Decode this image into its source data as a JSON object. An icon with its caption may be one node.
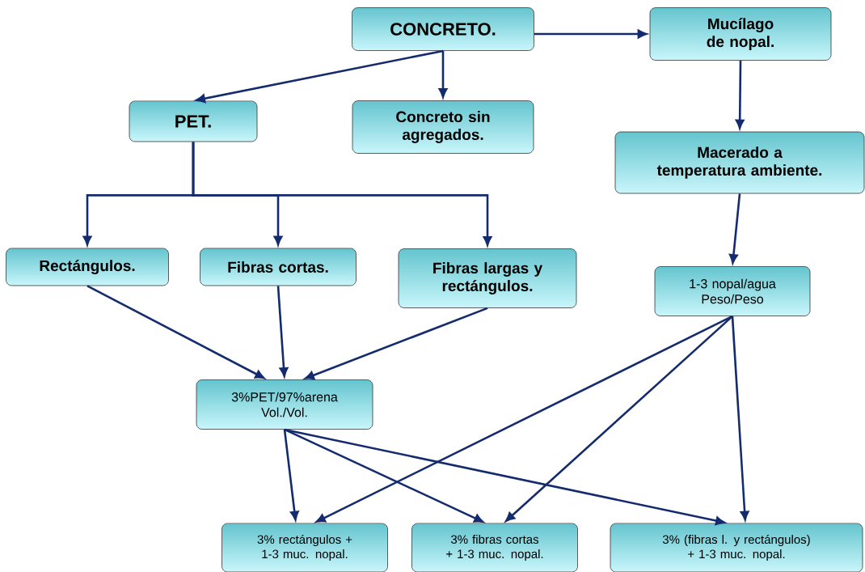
{
  "diagram": {
    "nodes": [
      {
        "text": [
          "CONCRETO."
        ]
      },
      {
        "text": [
          "Mucílago de nopal."
        ]
      },
      {
        "text": [
          "PET."
        ]
      },
      {
        "text": [
          "Concreto sin agregados."
        ]
      },
      {
        "text": [
          "Macerado a temperatura ambiente."
        ]
      },
      {
        "text": [
          "Rectángulos."
        ]
      },
      {
        "text": [
          "Fibras cortas."
        ]
      },
      {
        "text": [
          "Fibras largas y rectángulos."
        ]
      },
      {
        "text": [
          "1-3 nopal/agua Peso/Peso"
        ]
      },
      {
        "text": [
          "3%PET/97%arena Vol./Vol."
        ]
      },
      {
        "text": [
          "3% rectángulos + 1-3 muc. nopal."
        ]
      },
      {
        "text": [
          "3% fibras cortas + 1-3 muc. nopal."
        ]
      },
      {
        "text": [
          "3% (fibras l. y rectángulos) + 1-3 muc. nopal."
        ]
      }
    ],
    "edges": [
      {
        "from": 0,
        "to": 1,
        "arrow": "to"
      },
      {
        "from": 0,
        "to": 2,
        "arrow": "to"
      },
      {
        "from": 0,
        "to": 3,
        "arrow": "to"
      },
      {
        "from": 1,
        "to": 4,
        "arrow": "to"
      },
      {
        "from": 2,
        "to": 5,
        "arrow": "to"
      },
      {
        "from": 2,
        "to": 6,
        "arrow": "to"
      },
      {
        "from": 2,
        "to": 7,
        "arrow": "to"
      },
      {
        "from": 4,
        "to": 8,
        "arrow": "to"
      },
      {
        "from": 5,
        "to": 9,
        "arrow": "to"
      },
      {
        "from": 6,
        "to": 9,
        "arrow": "to"
      },
      {
        "from": 7,
        "to": 9,
        "arrow": "to"
      },
      {
        "from": 8,
        "to": 10,
        "arrow": "to"
      },
      {
        "from": 8,
        "to": 11,
        "arrow": "to"
      },
      {
        "from": 8,
        "to": 12,
        "arrow": "to"
      },
      {
        "from": 9,
        "to": 10,
        "arrow": "to"
      },
      {
        "from": 9,
        "to": 11,
        "arrow": "to"
      },
      {
        "from": 9,
        "to": 12,
        "arrow": "to"
      }
    ]
  }
}
